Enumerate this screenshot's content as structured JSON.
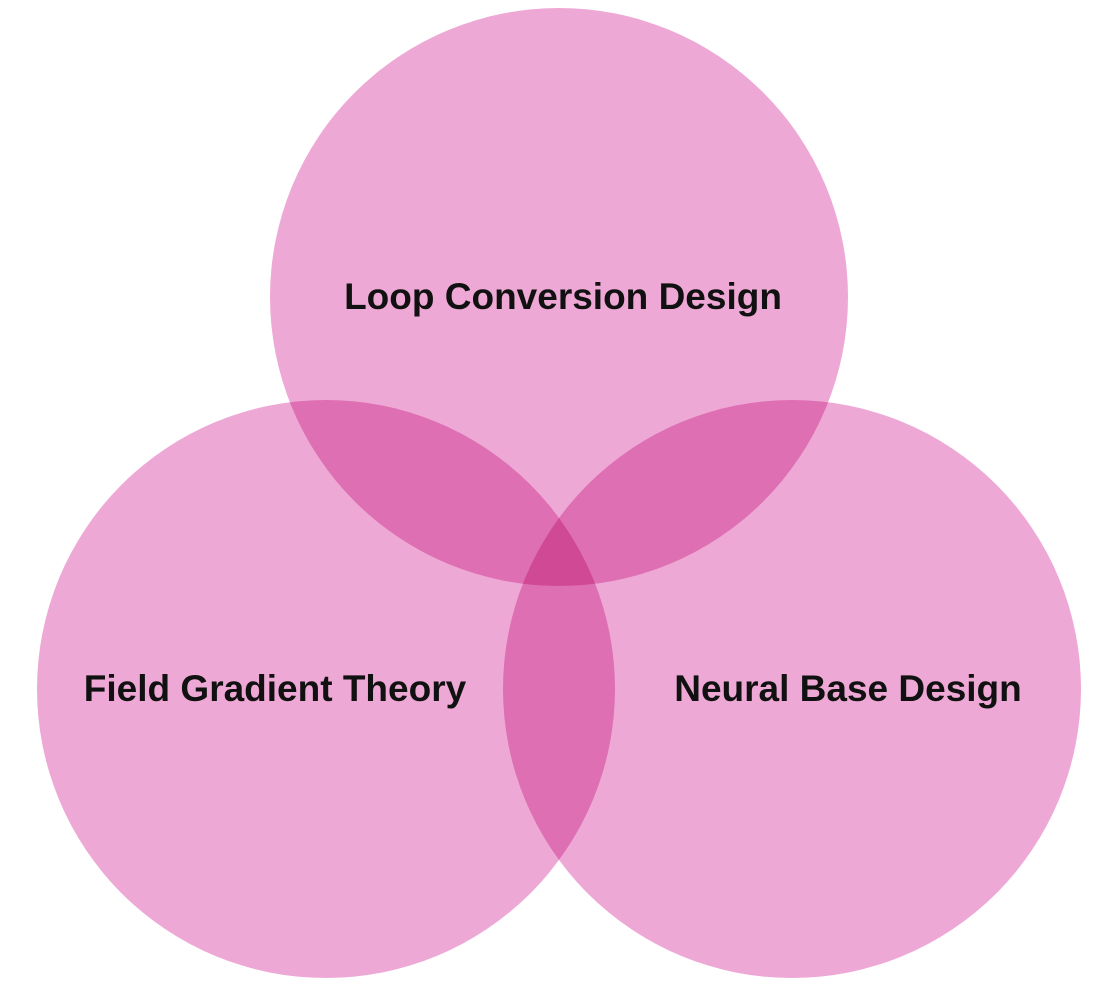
{
  "diagram": {
    "type": "venn",
    "fill_color": "#ec9fd0",
    "fill_opacity": 0.9,
    "label_color": "#111111",
    "sets": [
      {
        "id": "top",
        "label": "Loop Conversion Design"
      },
      {
        "id": "left",
        "label": "Field Gradient Theory"
      },
      {
        "id": "right",
        "label": "Neural Base Design"
      }
    ]
  }
}
